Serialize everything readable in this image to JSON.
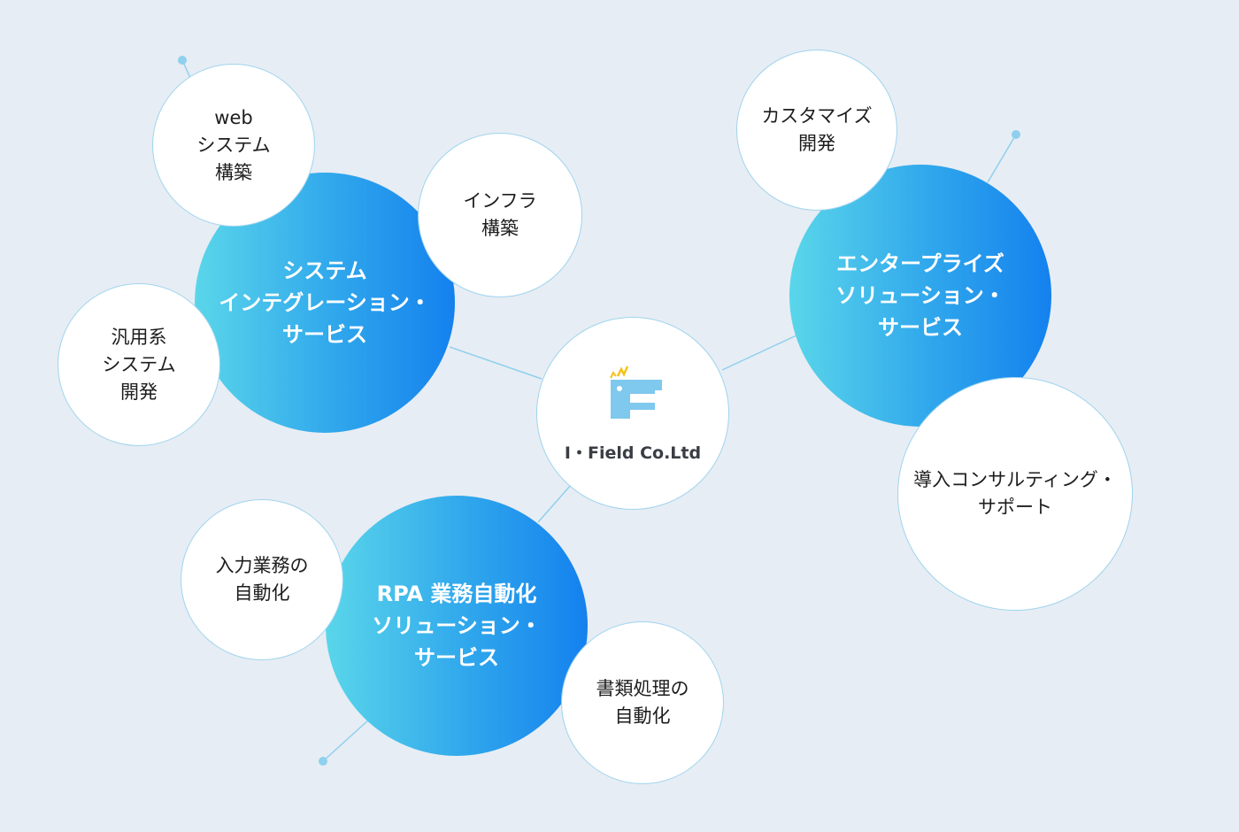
{
  "colors": {
    "background": "#e7edf4",
    "gradient_start": "#5ad6ea",
    "gradient_end": "#1481ee",
    "circle_border": "#9fd4ee",
    "logo_primary": "#7fc8ee",
    "logo_accent": "#f4c21b"
  },
  "center": {
    "label": "I・Field Co.Ltd",
    "logo_icon": "i-field-logo-icon"
  },
  "system_integration": {
    "label_lines": [
      "システム",
      "インテグレーション・",
      "サービス"
    ],
    "web": [
      "web",
      "システム",
      "構築"
    ],
    "infra": [
      "インフラ",
      "構築"
    ],
    "general": [
      "汎用系",
      "システム",
      "開発"
    ]
  },
  "enterprise": {
    "label_lines": [
      "エンタープライズ",
      "ソリューション・",
      "サービス"
    ],
    "custom": [
      "カスタマイズ",
      "開発"
    ],
    "consulting": [
      "導入コンサルティング・",
      "サポート"
    ]
  },
  "rpa": {
    "label_lines": [
      "RPA 業務自動化",
      "ソリューション・",
      "サービス"
    ],
    "input": [
      "入力業務の",
      "自動化"
    ],
    "document": [
      "書類処理の",
      "自動化"
    ]
  }
}
